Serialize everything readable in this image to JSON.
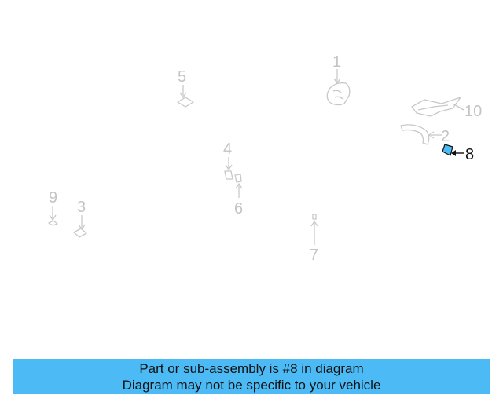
{
  "diagram": {
    "callouts": [
      {
        "id": "1",
        "label": "1"
      },
      {
        "id": "2",
        "label": "2"
      },
      {
        "id": "3",
        "label": "3"
      },
      {
        "id": "4",
        "label": "4"
      },
      {
        "id": "5",
        "label": "5"
      },
      {
        "id": "6",
        "label": "6"
      },
      {
        "id": "7",
        "label": "7"
      },
      {
        "id": "8",
        "label": "8"
      },
      {
        "id": "9",
        "label": "9"
      },
      {
        "id": "10",
        "label": "10"
      }
    ],
    "highlighted_part": "8",
    "highlight_color": "#4cbbf5",
    "faded_color": "#c4c4c4"
  },
  "banner": {
    "line1": "Part or sub-assembly is #8 in diagram",
    "line2": "Diagram may not be specific to your vehicle",
    "background": "#4cbbf5"
  }
}
